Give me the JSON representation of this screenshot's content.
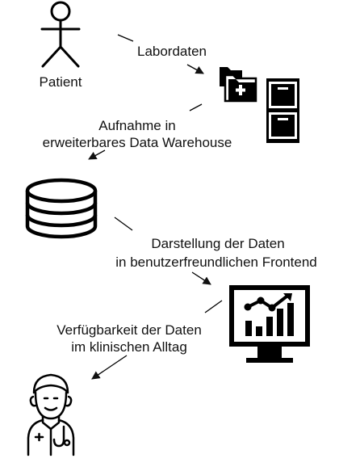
{
  "diagram": {
    "nodes": [
      {
        "id": "patient",
        "icon": "stick-figure-icon",
        "label": "Patient"
      },
      {
        "id": "lab-files",
        "icon": "medical-folder-icon",
        "label": ""
      },
      {
        "id": "data-warehouse",
        "icon": "filing-cabinet-icon",
        "label": ""
      },
      {
        "id": "database",
        "icon": "database-icon",
        "label": ""
      },
      {
        "id": "frontend",
        "icon": "monitor-chart-icon",
        "label": ""
      },
      {
        "id": "doctor",
        "icon": "doctor-icon",
        "label": ""
      }
    ],
    "edges": [
      {
        "from": "patient",
        "to": "lab-files",
        "label": "Labordaten"
      },
      {
        "from": "data-warehouse",
        "to": "database",
        "label_line1": "Aufnahme in",
        "label_line2": "erweiterbares Data Warehouse"
      },
      {
        "from": "database",
        "to": "frontend",
        "label_line1": "Darstellung der Daten",
        "label_line2": "in benutzerfreundlichen Frontend"
      },
      {
        "from": "frontend",
        "to": "doctor",
        "label_line1": "Verfügbarkeit der Daten",
        "label_line2": "im klinischen Alltag"
      }
    ]
  }
}
